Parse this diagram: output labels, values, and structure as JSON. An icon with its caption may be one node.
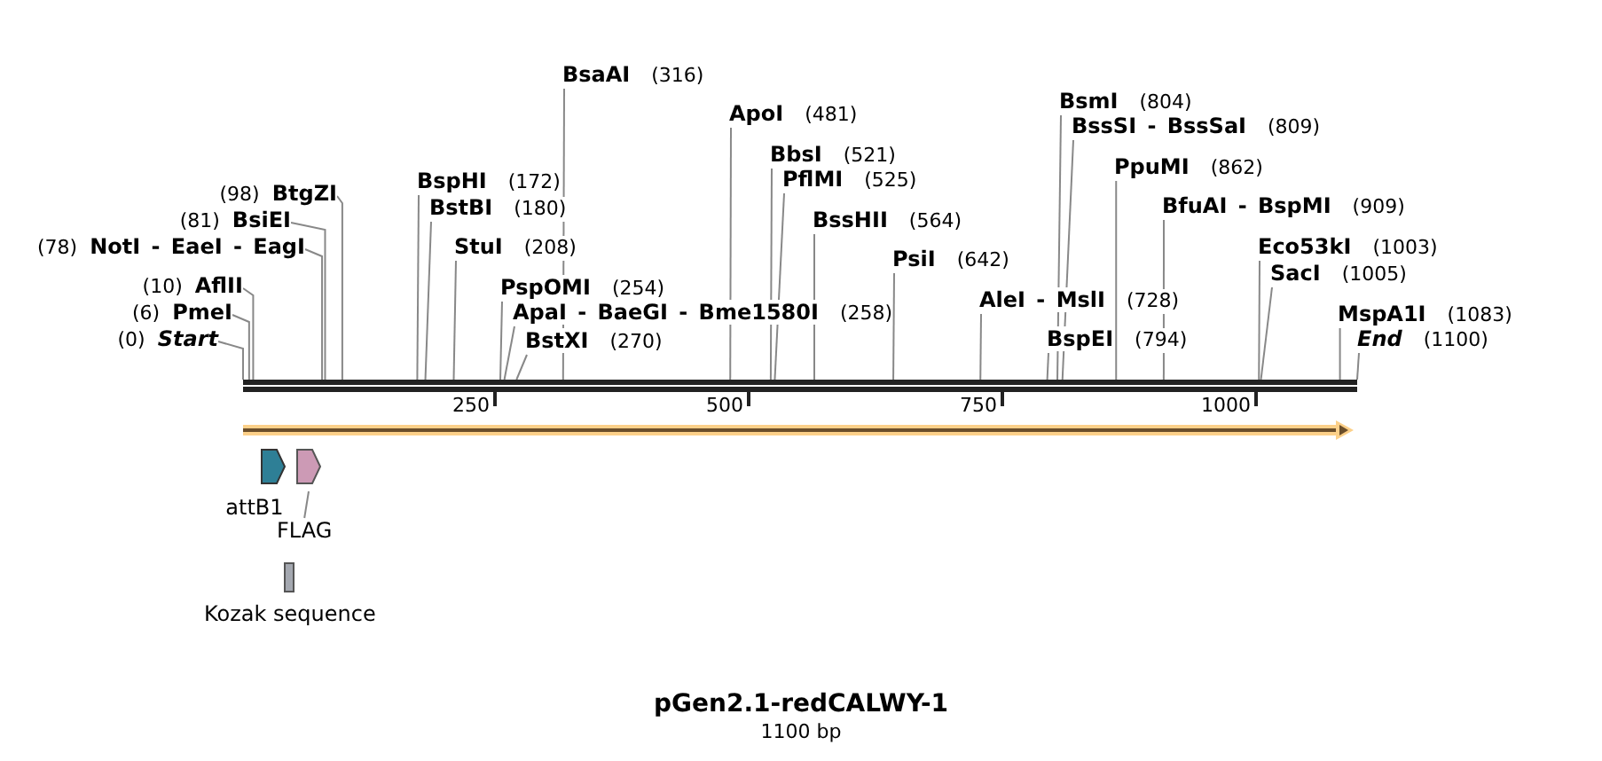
{
  "diagram": {
    "title": "pGen2.1-redCALWY-1",
    "caption": "1100 bp",
    "nodes": [
      {
        "text": [],
        "shape": "bar"
      },
      {
        "text": [
          "BsaAI",
          "(316)"
        ]
      },
      {
        "text": [
          "BsmI",
          "(804)"
        ]
      },
      {
        "text": [
          "ApoI",
          "(481)"
        ]
      },
      {
        "text": [
          "BssSI - BssSaI",
          "(809)"
        ]
      },
      {
        "text": [
          "BbsI",
          "(521)"
        ]
      },
      {
        "text": [
          "PpuMI",
          "(862)"
        ]
      },
      {
        "text": [
          "(98)",
          "BtgZI"
        ]
      },
      {
        "text": [
          "BspHI",
          "(172)"
        ]
      },
      {
        "text": [
          "PflMI",
          "(525)"
        ]
      },
      {
        "text": [
          "BfuAI - BspMI",
          "(909)"
        ]
      },
      {
        "text": [
          "BstBI",
          "(180)"
        ]
      },
      {
        "text": [
          "(81)",
          "BsiEI"
        ]
      },
      {
        "text": [
          "BssHII",
          "(564)"
        ]
      },
      {
        "text": [
          "(78)",
          "NotI - EaeI - EagI"
        ]
      },
      {
        "text": [
          "StuI",
          "(208)"
        ]
      },
      {
        "text": [
          "Eco53kI",
          "(1003)"
        ]
      },
      {
        "text": [
          "PsiI",
          "(642)"
        ]
      },
      {
        "text": [
          "SacI",
          "(1005)"
        ]
      },
      {
        "text": [
          "(10)",
          "AflII"
        ]
      },
      {
        "text": [
          "PspOMI",
          "(254)"
        ]
      },
      {
        "text": [
          "AleI - MslI",
          "(728)"
        ]
      },
      {
        "text": [
          "(6)",
          "PmeI"
        ]
      },
      {
        "text": [
          "ApaI - BaeGI - Bme1580I",
          "(258)"
        ]
      },
      {
        "text": [
          "MspA1I",
          "(1083)"
        ]
      },
      {
        "text": [
          "(0)",
          "Start"
        ]
      },
      {
        "text": [
          "BspEI",
          "(794)"
        ]
      },
      {
        "text": [
          "BstXI",
          "(270)"
        ]
      },
      {
        "text": [
          "End",
          "(1100)"
        ]
      },
      {
        "text": [
          "attB1"
        ]
      },
      {
        "text": [],
        "shape": "arrow"
      },
      {
        "text": [
          "FLAG"
        ]
      },
      {
        "text": [
          "Kozak sequence"
        ]
      }
    ],
    "edges": [
      {
        "from": 1,
        "to": 0,
        "arrow": "none"
      },
      {
        "from": 2,
        "to": 0,
        "arrow": "none"
      },
      {
        "from": 3,
        "to": 0,
        "arrow": "none"
      },
      {
        "from": 4,
        "to": 0,
        "arrow": "none"
      },
      {
        "from": 5,
        "to": 0,
        "arrow": "none"
      },
      {
        "from": 6,
        "to": 0,
        "arrow": "none"
      },
      {
        "from": 7,
        "to": 0,
        "arrow": "none"
      },
      {
        "from": 8,
        "to": 0,
        "arrow": "none"
      },
      {
        "from": 9,
        "to": 0,
        "arrow": "none"
      },
      {
        "from": 10,
        "to": 0,
        "arrow": "none"
      },
      {
        "from": 11,
        "to": 0,
        "arrow": "none"
      },
      {
        "from": 12,
        "to": 0,
        "arrow": "none"
      },
      {
        "from": 13,
        "to": 0,
        "arrow": "none"
      },
      {
        "from": 14,
        "to": 0,
        "arrow": "none"
      },
      {
        "from": 15,
        "to": 0,
        "arrow": "none"
      },
      {
        "from": 16,
        "to": 0,
        "arrow": "none"
      },
      {
        "from": 17,
        "to": 0,
        "arrow": "none"
      },
      {
        "from": 18,
        "to": 0,
        "arrow": "none"
      },
      {
        "from": 19,
        "to": 0,
        "arrow": "none"
      },
      {
        "from": 20,
        "to": 0,
        "arrow": "none"
      },
      {
        "from": 21,
        "to": 0,
        "arrow": "none"
      },
      {
        "from": 22,
        "to": 0,
        "arrow": "none"
      },
      {
        "from": 23,
        "to": 0,
        "arrow": "none"
      },
      {
        "from": 24,
        "to": 0,
        "arrow": "none"
      },
      {
        "from": 25,
        "to": 0,
        "arrow": "none"
      },
      {
        "from": 26,
        "to": 0,
        "arrow": "none"
      },
      {
        "from": 27,
        "to": 0,
        "arrow": "none"
      },
      {
        "from": 28,
        "to": 0,
        "arrow": "none"
      },
      {
        "from": 31,
        "to": 30,
        "arrow": "none"
      }
    ],
    "labels": [
      "250",
      "500",
      "750",
      "1000"
    ]
  }
}
